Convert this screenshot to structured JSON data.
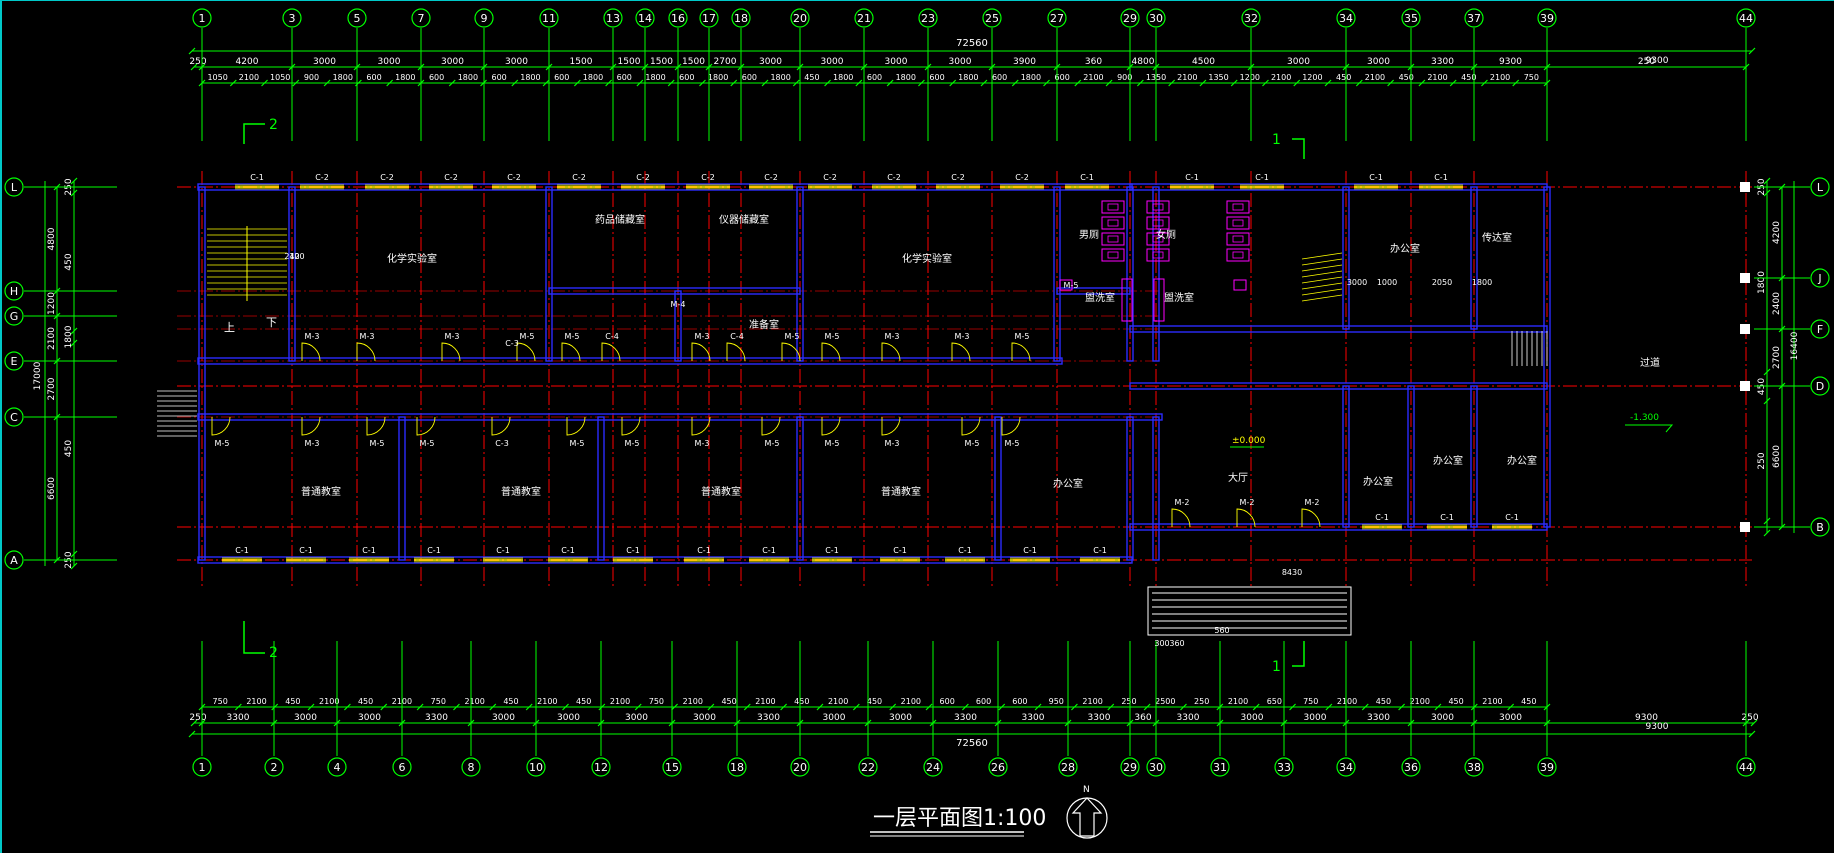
{
  "drawing_title": "一层平面图1:100",
  "north_label": "N",
  "colors": {
    "grid_axis": "#ff0000",
    "dimension": "#00ff00",
    "wall": "#2c2cff",
    "room_text": "#ffffff",
    "window": "#ffff00",
    "door": "#ffff00",
    "fixture": "#ff00ff",
    "border": "#00c8c8"
  },
  "total_length": "72560",
  "total_depth": "17000",
  "right_depth": "16400",
  "right_end_dim": "9300",
  "top_axes": [
    "1",
    "3",
    "5",
    "7",
    "9",
    "11",
    "13",
    "14",
    "16",
    "17",
    "18",
    "20",
    "21",
    "23",
    "25",
    "27",
    "29",
    "30",
    "32",
    "34",
    "35",
    "37",
    "39",
    "44"
  ],
  "bottom_axes": [
    "1",
    "2",
    "4",
    "6",
    "8",
    "10",
    "12",
    "15",
    "18",
    "20",
    "22",
    "24",
    "26",
    "28",
    "29",
    "30",
    "31",
    "33",
    "34",
    "36",
    "38",
    "39",
    "44"
  ],
  "left_axes": [
    "L",
    "H",
    "G",
    "E",
    "C",
    "A"
  ],
  "right_axes": [
    "L",
    "J",
    "F",
    "D",
    "B"
  ],
  "top_dims_row1": [
    "250",
    "4200",
    "3000",
    "3000",
    "3000",
    "3000",
    "1500",
    "1500",
    "1500",
    "1500",
    "2700",
    "3000",
    "3000",
    "3000",
    "3000",
    "3900",
    "360",
    "4800",
    "4500",
    "3000",
    "3000",
    "3300",
    "9300",
    "250"
  ],
  "top_dims_row2": [
    "1050",
    "2100",
    "1050",
    "900",
    "1800",
    "600",
    "1800",
    "600",
    "1800",
    "600",
    "1800",
    "600",
    "1800",
    "600",
    "1800",
    "600",
    "1800",
    "600",
    "1800",
    "450",
    "1800",
    "600",
    "1800",
    "600",
    "1800",
    "600",
    "1800",
    "600",
    "2100",
    "900",
    "1350",
    "2100",
    "1350",
    "1200",
    "2100",
    "1200",
    "450",
    "2100",
    "450",
    "2100",
    "450",
    "2100",
    "750"
  ],
  "bottom_dims_row1": [
    "750",
    "2100",
    "450",
    "2100",
    "450",
    "2100",
    "750",
    "2100",
    "450",
    "2100",
    "450",
    "2100",
    "750",
    "2100",
    "450",
    "2100",
    "450",
    "2100",
    "450",
    "2100",
    "600",
    "600",
    "600",
    "950",
    "2100",
    "250",
    "2500",
    "250",
    "2100",
    "650",
    "750",
    "2100",
    "450",
    "2100",
    "450",
    "2100",
    "450"
  ],
  "bottom_dims_row2": [
    "250",
    "3300",
    "3000",
    "3000",
    "3300",
    "3000",
    "3000",
    "3000",
    "3000",
    "3300",
    "3000",
    "3000",
    "3300",
    "3300",
    "3300",
    "360",
    "3300",
    "3000",
    "3000",
    "3300",
    "3000",
    "3000",
    "9300",
    "250"
  ],
  "left_dims": [
    "4800",
    "1200",
    "2100",
    "2700",
    "6600"
  ],
  "left_sub_dims": [
    "250",
    "450",
    "1800",
    "450",
    "250"
  ],
  "right_dims": [
    "4200",
    "2400",
    "2700",
    "6600"
  ],
  "right_sub_dims": [
    "250",
    "1800",
    "450",
    "250"
  ],
  "rooms": [
    {
      "id": "chem-lab-1",
      "label": "化学实验室"
    },
    {
      "id": "drug-store",
      "label": "药品储藏室"
    },
    {
      "id": "instrument-store",
      "label": "仪器储藏室"
    },
    {
      "id": "chem-lab-2",
      "label": "化学实验室"
    },
    {
      "id": "prep-room",
      "label": "准备室"
    },
    {
      "id": "male-wc",
      "label": "男厕"
    },
    {
      "id": "female-wc",
      "label": "女厕"
    },
    {
      "id": "wash-room-1",
      "label": "盥洗室"
    },
    {
      "id": "wash-room-2",
      "label": "盥洗室"
    },
    {
      "id": "office-n1",
      "label": "办公室"
    },
    {
      "id": "reception",
      "label": "传达室"
    },
    {
      "id": "passage",
      "label": "过道"
    },
    {
      "id": "classroom-1",
      "label": "普通教室"
    },
    {
      "id": "classroom-2",
      "label": "普通教室"
    },
    {
      "id": "classroom-3",
      "label": "普通教室"
    },
    {
      "id": "classroom-4",
      "label": "普通教室"
    },
    {
      "id": "office-s1",
      "label": "办公室"
    },
    {
      "id": "hall",
      "label": "大厅"
    },
    {
      "id": "office-s2",
      "label": "办公室"
    },
    {
      "id": "office-s3",
      "label": "办公室"
    },
    {
      "id": "office-s4",
      "label": "办公室"
    }
  ],
  "windows_north": [
    "C-1",
    "C-2",
    "C-2",
    "C-2",
    "C-2",
    "C-2",
    "C-2",
    "C-2",
    "C-2",
    "C-2",
    "C-2",
    "C-2",
    "C-2",
    "C-1",
    "C-1",
    "C-1",
    "C-1",
    "C-1"
  ],
  "windows_south": [
    "C-1",
    "C-1",
    "C-1",
    "C-1",
    "C-1",
    "C-1",
    "C-1",
    "C-1",
    "C-1",
    "C-1",
    "C-1",
    "C-1",
    "C-1",
    "C-1"
  ],
  "corridor_north_doors": [
    "M-3",
    "M-3",
    "M-3",
    "M-5",
    "M-5",
    "C-4",
    "M-3",
    "C-4",
    "M-5",
    "M-5",
    "M-3",
    "M-3",
    "M-5"
  ],
  "corridor_south_doors": [
    "M-5",
    "M-3",
    "M-5",
    "M-5",
    "C-3",
    "M-5",
    "M-5",
    "M-3",
    "M-5",
    "M-5",
    "M-3",
    "M-5",
    "M-5"
  ],
  "hall_doors": [
    "M-2",
    "M-2",
    "M-2"
  ],
  "elevations": {
    "hall": "±0.000",
    "outside": "-1.300"
  },
  "stair_labels": {
    "down": "下",
    "up": "上"
  },
  "section_marks": [
    "1",
    "2"
  ],
  "misc_labels": [
    "M-4",
    "M-5",
    "C-3",
    "120",
    "240",
    "3000",
    "1000",
    "2050",
    "1800",
    "560",
    "8430",
    "300",
    "360",
    "200"
  ]
}
